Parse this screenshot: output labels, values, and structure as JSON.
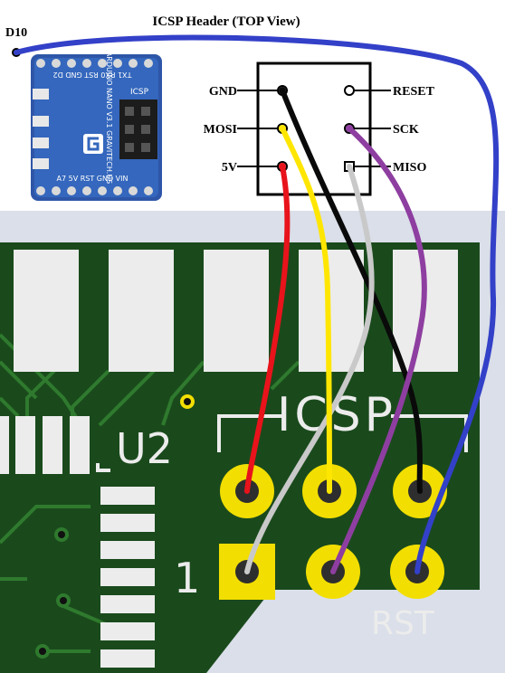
{
  "title": "ICSP Header (TOP View)",
  "arduino_pin_label": "D10",
  "header_pins": {
    "left": [
      "GND",
      "MOSI",
      "5V"
    ],
    "right": [
      "RESET",
      "SCK",
      "MISO"
    ]
  },
  "pcb": {
    "silkscreen_label": "ICSP",
    "component_ref": "U2",
    "pin1_marker": "1",
    "rst_label": "RST"
  },
  "nano_board": {
    "top_pins": "TX1 RX0 RST GND D2",
    "side_labels": "ICSP",
    "bottom_pins": "A7 5V RST GND VIN",
    "brand": "ARDUINO NANO V3.1 GRAVITECH.US"
  },
  "wires": [
    {
      "name": "red",
      "color": "#e8131b"
    },
    {
      "name": "yellow",
      "color": "#ffe600"
    },
    {
      "name": "gray",
      "color": "#c9c9c9"
    },
    {
      "name": "black",
      "color": "#0a0a0a"
    },
    {
      "name": "purple",
      "color": "#8e3ea0"
    },
    {
      "name": "blue",
      "color": "#3340c8"
    }
  ],
  "colors": {
    "pcb": "#1a4a1c",
    "trace": "#2f7a2e",
    "pad_gold": "#f2de00",
    "silk": "#ececec",
    "background_gray": "#dadfe9"
  }
}
